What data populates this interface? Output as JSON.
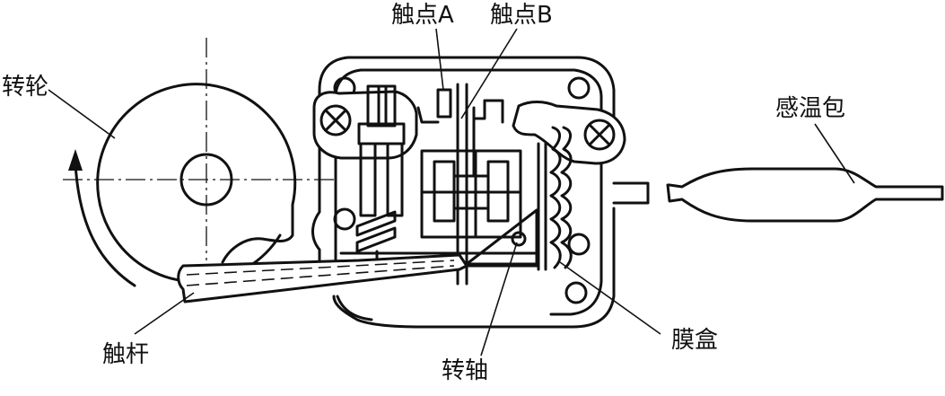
{
  "labels": {
    "wheel": "转轮",
    "contact_a": "触点A",
    "contact_b": "触点B",
    "bulb": "感温包",
    "lever": "触杆",
    "shaft": "转轴",
    "bellows": "膜盒"
  },
  "colors": {
    "ink": "#111111",
    "background": "#ffffff"
  }
}
